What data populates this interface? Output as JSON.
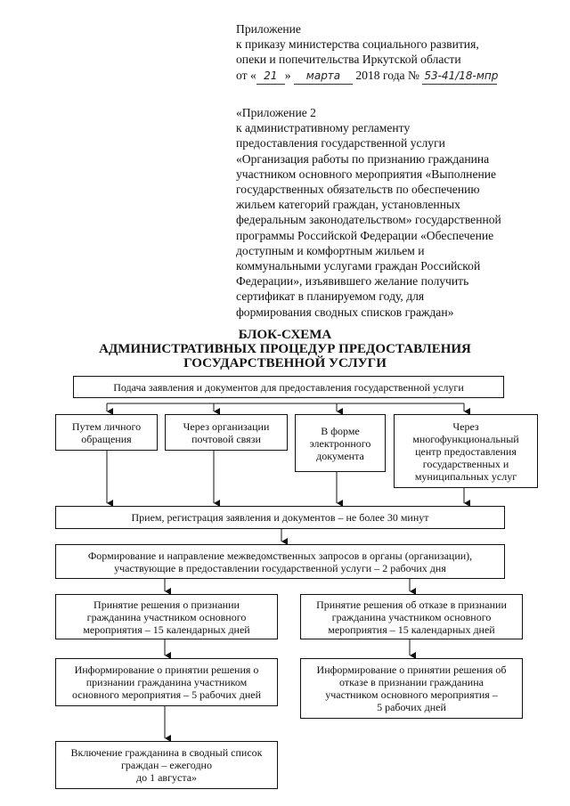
{
  "header": {
    "line1": "Приложение",
    "line2": "к приказу министерства социального развития,",
    "line3": "опеки и попечительства Иркутской области",
    "date_prefix": "от «",
    "date_day": "21",
    "date_mid": "»",
    "date_month": "марта",
    "date_year": "2018 года №",
    "date_number": "53-41/18-мпр"
  },
  "appendix2": {
    "lines": [
      "«Приложение 2",
      "к административному регламенту",
      "предоставления государственной услуги",
      "«Организация работы по признанию гражданина",
      "участником основного мероприятия «Выполнение",
      "государственных обязательств по обеспечению",
      "жильем категорий граждан, установленных",
      "федеральным законодательством» государственной",
      "программы Российской Федерации «Обеспечение",
      "доступным и комфортным жильем и",
      "коммунальными услугами граждан Российской",
      "Федерации», изъявившего желание получить",
      "сертификат в планируемом году, для",
      "формирования сводных списков граждан»"
    ]
  },
  "flowchart": {
    "title_line1": "БЛОК-СХЕМА",
    "title_line2": "АДМИНИСТРАТИВНЫХ ПРОЦЕДУР ПРЕДОСТАВЛЕНИЯ",
    "title_line3": "ГОСУДАРСТВЕННОЙ УСЛУГИ",
    "submit": "Подача заявления и документов для предоставления государственной услуги",
    "personal": [
      "Путем личного",
      "обращения"
    ],
    "post": [
      "Через организации",
      "почтовой связи"
    ],
    "electronic": [
      "В форме",
      "электронного",
      "документа"
    ],
    "mfc": [
      "Через",
      "многофункциональный",
      "центр предоставления",
      "государственных и",
      "муниципальных услуг"
    ],
    "registration": "Прием, регистрация заявления и документов – не более 30 минут",
    "requests": [
      "Формирование и направление межведомственных запросов в органы (организации),",
      "участвующие в предоставлении государственной услуги – 2 рабочих дня"
    ],
    "decision_yes": [
      "Принятие решения о признании",
      "гражданина участником основного",
      "мероприятия – 15 календарных дней"
    ],
    "decision_no": [
      "Принятие решения об отказе в признании",
      "гражданина участником основного",
      "мероприятия – 15 календарных дней"
    ],
    "inform_yes": [
      "Информирование о принятии решения о",
      "признании гражданина участником",
      "основного мероприятия – 5 рабочих дней"
    ],
    "inform_no": [
      "Информирование о принятии решения об",
      "отказе в признании гражданина",
      "участником основного мероприятия –",
      "5 рабочих дней"
    ],
    "include": [
      "Включение гражданина в сводный список",
      "граждан – ежегодно",
      "до 1 августа»"
    ]
  }
}
